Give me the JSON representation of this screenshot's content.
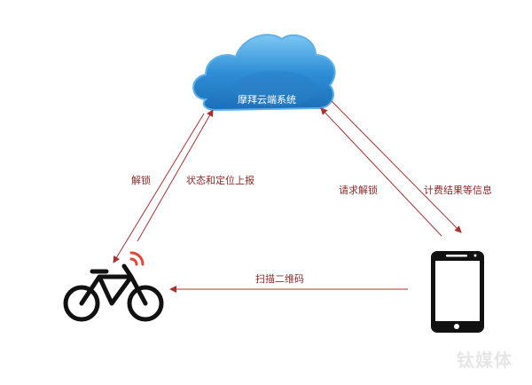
{
  "cloud": {
    "label": "摩拜云端系统"
  },
  "edges": {
    "unlock": "解锁",
    "status_report": "状态和定位上报",
    "request_unlock": "请求解锁",
    "billing_info": "计费结果等信息",
    "scan_qr": "扫描二维码"
  },
  "watermark": "钛媒体",
  "colors": {
    "arrow": "#a83232",
    "cloud": "#2f8fd6",
    "icon": "#111111",
    "signal": "#e0463a"
  }
}
